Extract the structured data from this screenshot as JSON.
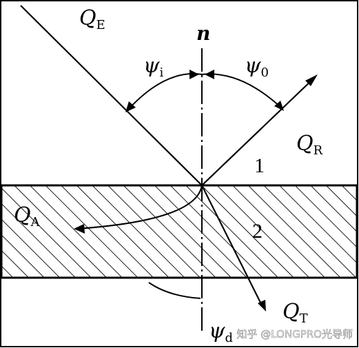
{
  "symbols": {
    "incident": {
      "main": "Q",
      "sub": "E"
    },
    "reflected": {
      "main": "Q",
      "sub": "R"
    },
    "absorbed": {
      "main": "Q",
      "sub": "A"
    },
    "transmitted": {
      "main": "Q",
      "sub": "T"
    },
    "normal": "n",
    "angle_incidence": {
      "main": "ψ",
      "sub": "i"
    },
    "angle_reflection": {
      "main": "ψ",
      "sub": "0"
    },
    "angle_refraction": {
      "main": "ψ",
      "sub": "d"
    }
  },
  "region_labels": {
    "upper": "1",
    "lower": "2"
  },
  "watermark": "知乎 @LONGPRO光导师"
}
